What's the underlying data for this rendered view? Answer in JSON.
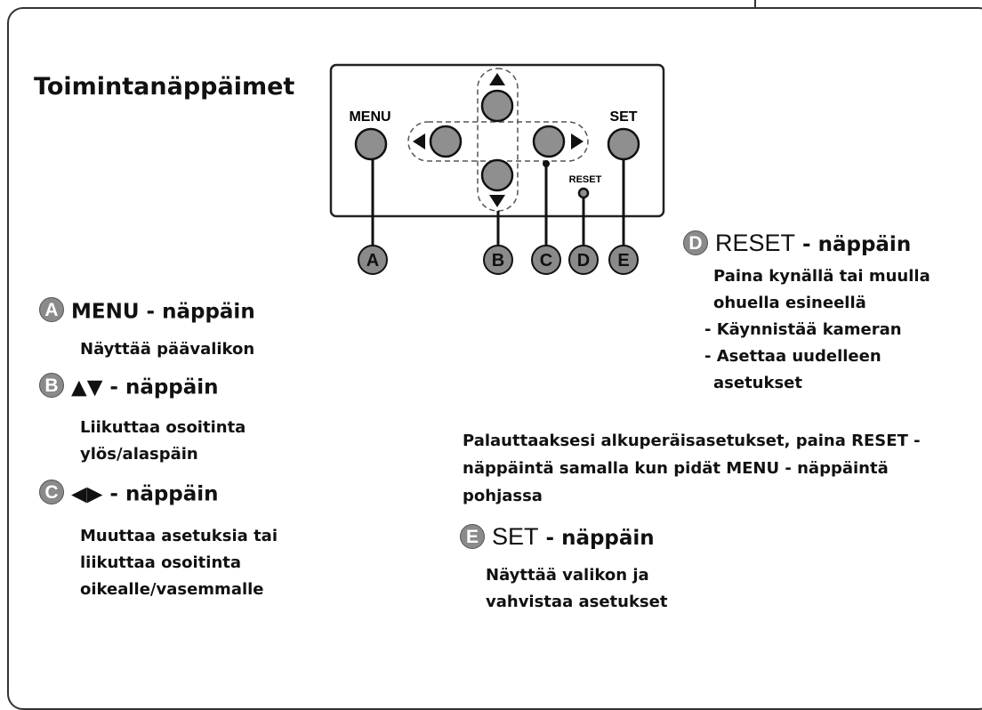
{
  "title": "Toimintanäppäimet",
  "device": {
    "menu_label": "MENU",
    "set_label": "SET",
    "reset_label": "RESET",
    "callouts": [
      "A",
      "B",
      "C",
      "D",
      "E"
    ]
  },
  "items": {
    "a": {
      "badge": "A",
      "key": "MENU",
      "suffix": " - näppäin",
      "desc": [
        "Näyttää päävalikon"
      ]
    },
    "b": {
      "badge": "B",
      "key": "▲▼",
      "suffix": " - näppäin",
      "desc": [
        "Liikuttaa osoitinta",
        "ylös/alaspäin"
      ]
    },
    "c": {
      "badge": "C",
      "key": "◀▶",
      "suffix": " - näppäin",
      "desc": [
        "Muuttaa asetuksia tai",
        "liikuttaa osoitinta",
        "oikealle/vasemmalle"
      ]
    },
    "d": {
      "badge": "D",
      "key": "RESET",
      "suffix": " - näppäin",
      "desc": [
        "Paina kynällä tai muulla",
        "ohuella esineellä",
        "- Käynnistää kameran",
        "- Asettaa uudelleen",
        "asetukset"
      ]
    },
    "e": {
      "badge": "E",
      "key": "SET",
      "suffix": " - näppäin",
      "desc": [
        "Näyttää valikon ja",
        "vahvistaa asetukset"
      ]
    }
  },
  "note": [
    "Palauttaaksesi alkuperäisasetukset, paina RESET -",
    "näppäintä samalla kun pidät MENU - näppäintä",
    "pohjassa"
  ]
}
